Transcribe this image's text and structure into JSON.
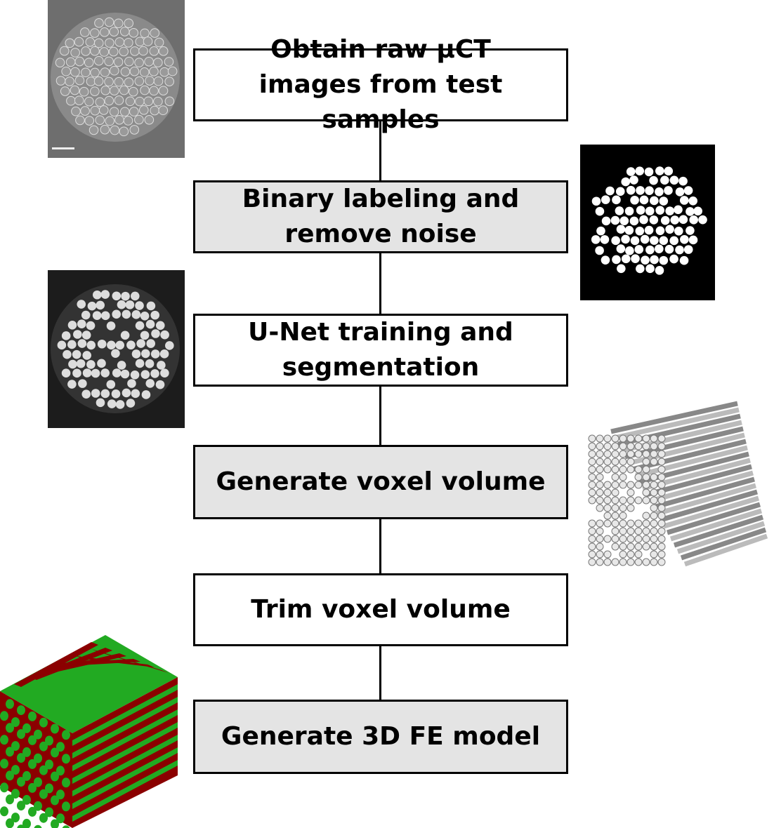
{
  "steps": [
    {
      "label": "Obtain raw µCT images from test samples",
      "fill": "white"
    },
    {
      "label": "Binary labeling and remove noise",
      "fill": "gray"
    },
    {
      "label": "U-Net training and segmentation",
      "fill": "white"
    },
    {
      "label": "Generate voxel volume",
      "fill": "gray"
    },
    {
      "label": "Trim voxel volume",
      "fill": "white"
    },
    {
      "label": "Generate 3D FE model",
      "fill": "gray"
    }
  ],
  "colors": {
    "box_gray": "#e4e4e4",
    "fe_matrix": "#8b0000",
    "fe_fiber": "#22aa22"
  }
}
